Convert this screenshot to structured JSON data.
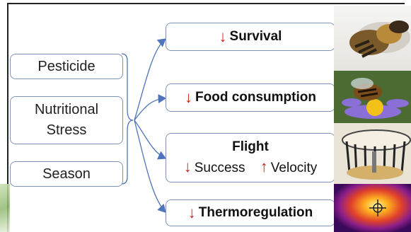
{
  "factors": [
    {
      "label": "Pesticide"
    },
    {
      "label": "Nutritional\nStress"
    },
    {
      "label": "Season"
    }
  ],
  "effects": {
    "survival": {
      "arrow": "↓",
      "label": "Survival"
    },
    "food": {
      "arrow": "↓",
      "label": "Food consumption"
    },
    "flight": {
      "title": "Flight",
      "success_arrow": "↓",
      "success_label": "Success",
      "velocity_arrow": "↑",
      "velocity_label": "Velocity"
    },
    "thermo": {
      "arrow": "↓",
      "label": "Thermoregulation"
    }
  },
  "photos": [
    {
      "icon": "dead-bee-photo"
    },
    {
      "icon": "bee-on-flower-photo"
    },
    {
      "icon": "flight-mill-photo"
    },
    {
      "icon": "thermal-image-photo"
    }
  ],
  "colors": {
    "box_border": "#7f93b8",
    "connector": "#4f74b9",
    "decrease_arrow": "#cc1f1a",
    "increase_arrow": "#cc1f1a"
  }
}
